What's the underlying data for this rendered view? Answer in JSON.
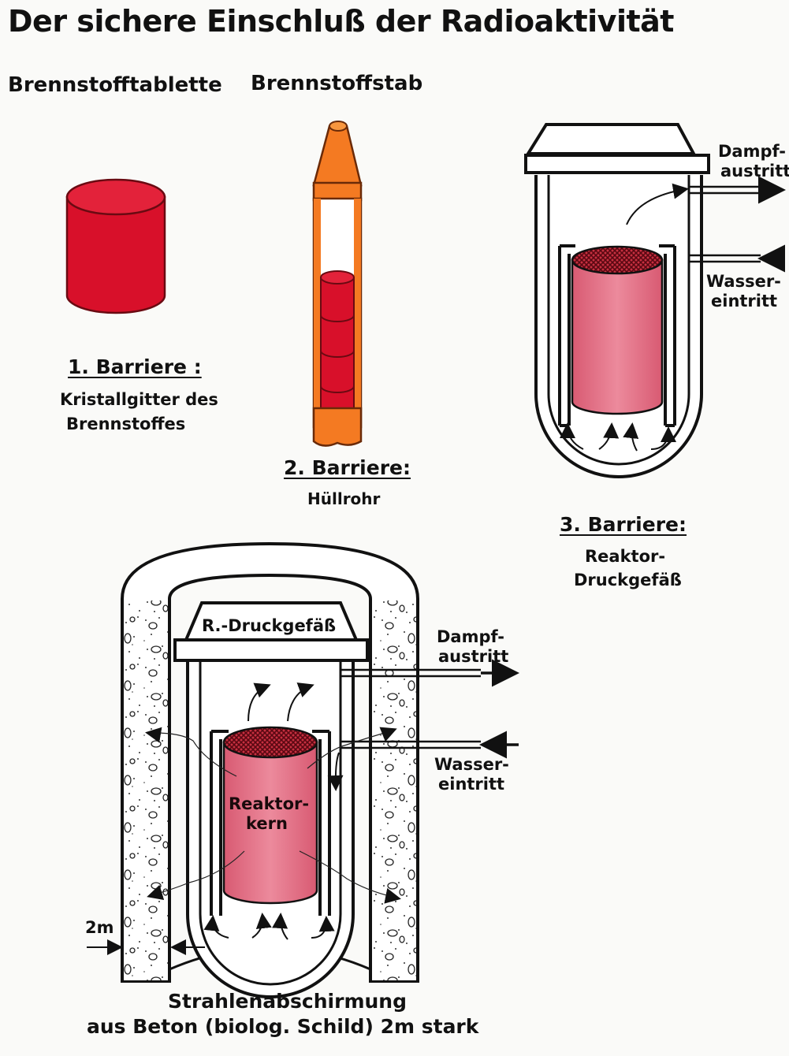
{
  "title": "Der sichere Einschluß der Radioaktivität",
  "pellet": {
    "heading": "Brennstofftablette",
    "barrier": "1. Barriere :",
    "desc_line1": "Kristallgitter des",
    "desc_line2": "Brennstoffes"
  },
  "rod": {
    "heading": "Brennstoffstab",
    "barrier": "2. Barriere:",
    "desc": "Hüllrohr"
  },
  "vessel": {
    "steam_line1": "Dampf-",
    "steam_line2": "austritt",
    "water_line1": "Wasser-",
    "water_line2": "eintritt",
    "barrier": "3. Barriere:",
    "desc_line1": "Reaktor-",
    "desc_line2": "Druckgefäß"
  },
  "containment": {
    "vessel_label": "R.-Druckgefäß",
    "steam_line1": "Dampf-",
    "steam_line2": "austritt",
    "water_line1": "Wasser-",
    "water_line2": "eintritt",
    "core_line1": "Reaktor-",
    "core_line2": "kern",
    "thickness": "2m",
    "caption_line1": "Strahlenabschirmung",
    "caption_line2": "aus Beton (biolog. Schild) 2m stark"
  },
  "colors": {
    "pellet_red": "#d8102a",
    "rod_orange": "#f47a22",
    "core_pink": "#e06a80",
    "grid_dark": "#7a0c18",
    "ink": "#111111"
  }
}
